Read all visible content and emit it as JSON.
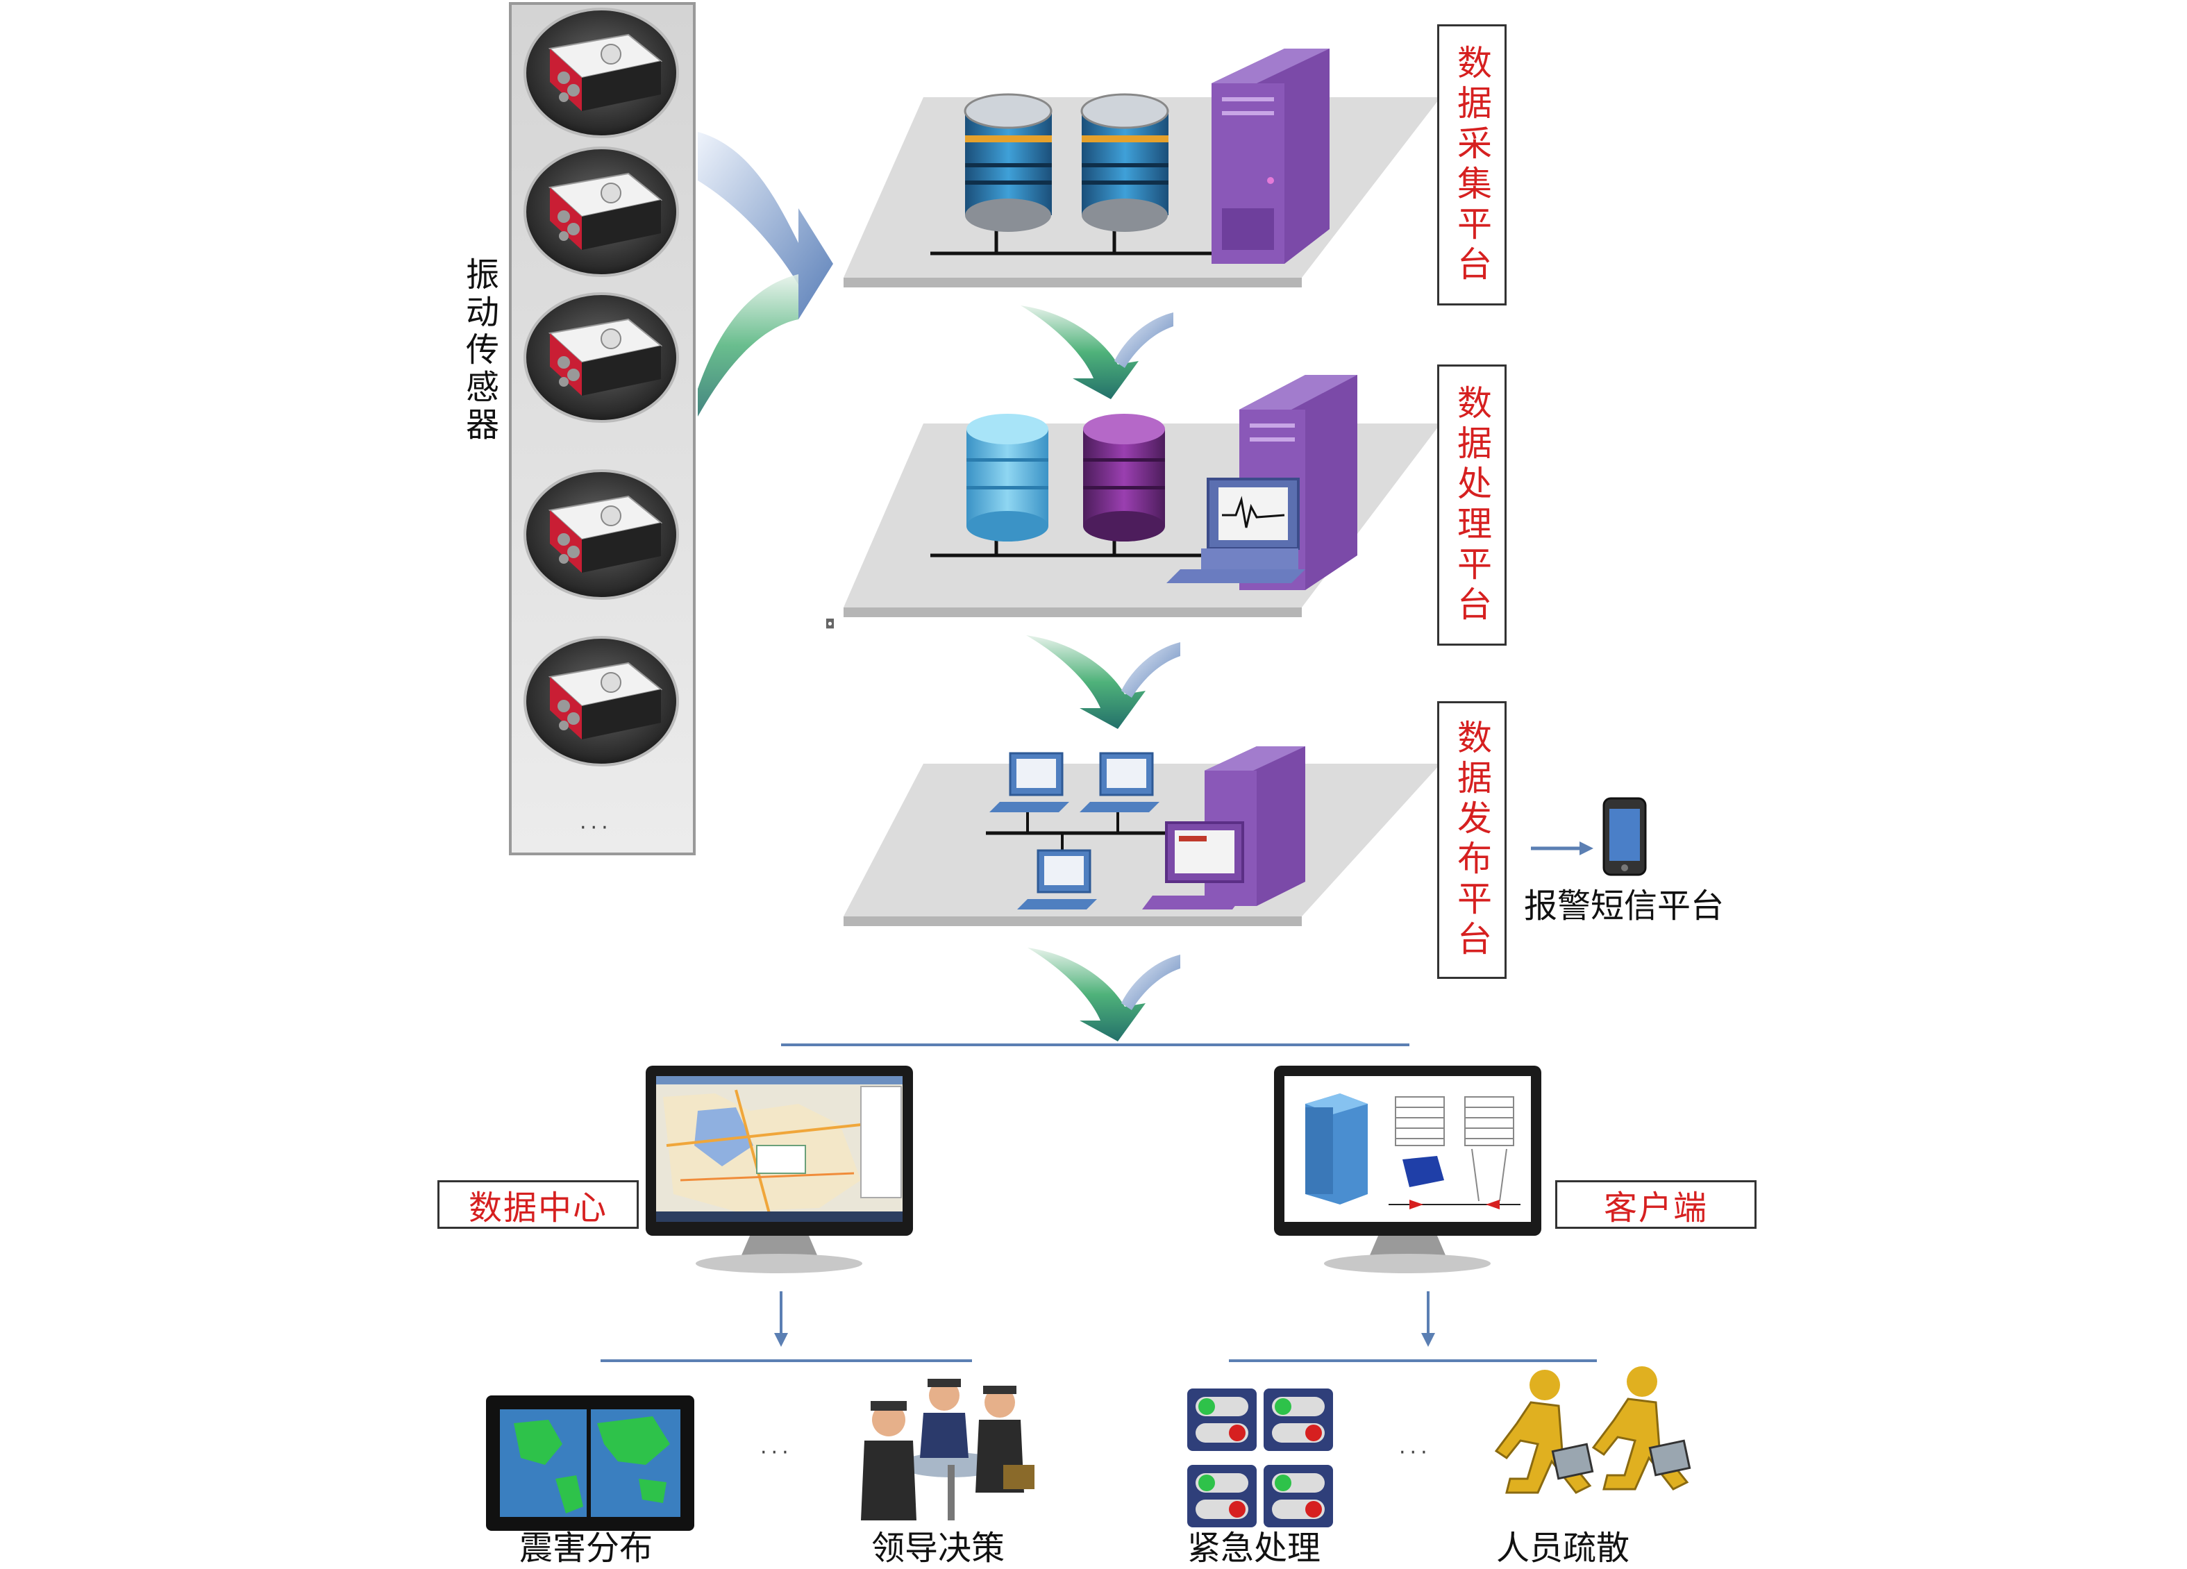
{
  "sensors": {
    "label": "振动传感器",
    "more": "···"
  },
  "platforms": [
    {
      "label": "数据采集平台"
    },
    {
      "label": "数据处理平台"
    },
    {
      "label": "数据发布平台"
    }
  ],
  "sms": {
    "label": "报警短信平台"
  },
  "terminals": {
    "data_center": "数据中心",
    "client": "客户端"
  },
  "outcomes": {
    "left": [
      "震害分布",
      "领导决策"
    ],
    "right": [
      "紧急处理",
      "人员疏散"
    ],
    "more": "···"
  },
  "colors": {
    "label_red": "#d62020",
    "platform_gray": "#d9d9d9",
    "server_purple": "#7b4aa8",
    "arrow_green": "#2e8b6a",
    "line_blue": "#5b7fb3"
  }
}
